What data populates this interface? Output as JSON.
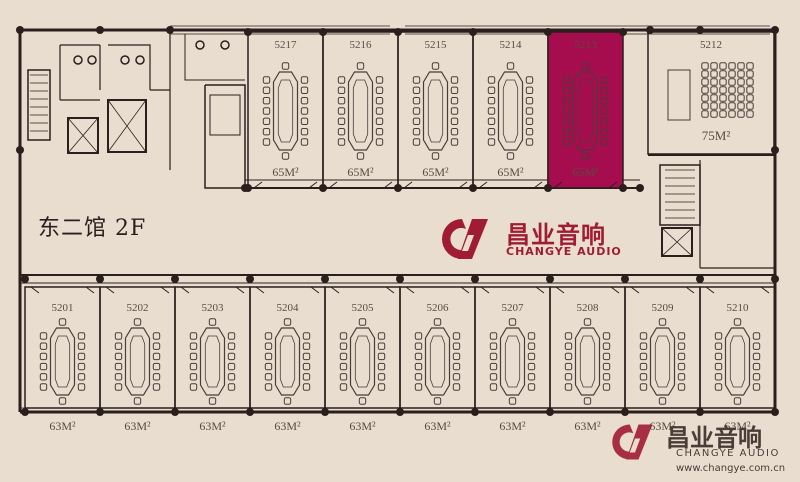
{
  "floor_title": "东二馆 2F",
  "colors": {
    "background": "#e9ddd0",
    "wall": "#2a1f1c",
    "furniture": "#4a3c36",
    "highlight": "#a60d4f",
    "brand": "#a01c34",
    "brand_dark": "#4a3c36"
  },
  "highlighted_room": "5213",
  "top_rooms": [
    {
      "id": "5217",
      "area": "65M²"
    },
    {
      "id": "5216",
      "area": "65M²"
    },
    {
      "id": "5215",
      "area": "65M²"
    },
    {
      "id": "5214",
      "area": "65M²"
    },
    {
      "id": "5213",
      "area": "65M²"
    }
  ],
  "room_5212": {
    "id": "5212",
    "area": "75M²"
  },
  "bottom_rooms": [
    {
      "id": "5201",
      "area": "63M²"
    },
    {
      "id": "5202",
      "area": "63M²"
    },
    {
      "id": "5203",
      "area": "63M²"
    },
    {
      "id": "5204",
      "area": "63M²"
    },
    {
      "id": "5205",
      "area": "63M²"
    },
    {
      "id": "5206",
      "area": "63M²"
    },
    {
      "id": "5207",
      "area": "63M²"
    },
    {
      "id": "5208",
      "area": "63M²"
    },
    {
      "id": "5209",
      "area": "63M²"
    },
    {
      "id": "5210",
      "area": "63M²"
    }
  ],
  "logo": {
    "cn": "昌业音响",
    "en": "CHANGYE AUDIO"
  },
  "watermark": {
    "cn": "昌业音响",
    "en": "CHANGYE AUDIO",
    "url": "www.changye.com.cn"
  }
}
